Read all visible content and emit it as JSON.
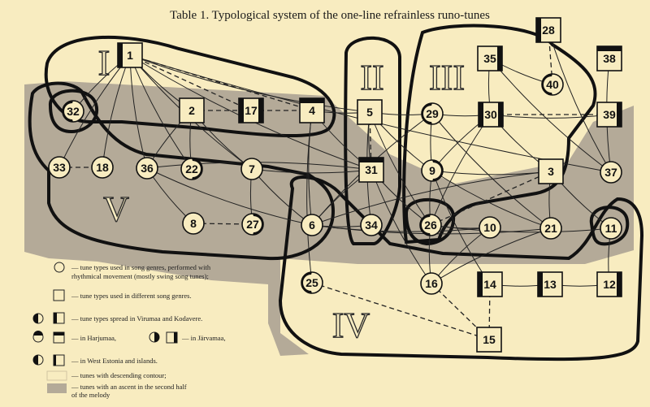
{
  "title": "Table 1. Typological system of the one-line refrainless runo-tunes",
  "groups": [
    "I",
    "II",
    "III",
    "IV",
    "V"
  ],
  "nodes": [
    {
      "id": "1",
      "shape": "square",
      "mark": "left"
    },
    {
      "id": "2",
      "shape": "square",
      "mark": "none"
    },
    {
      "id": "17",
      "shape": "square",
      "mark": "both"
    },
    {
      "id": "4",
      "shape": "square",
      "mark": "top"
    },
    {
      "id": "5",
      "shape": "square",
      "mark": "none"
    },
    {
      "id": "29",
      "shape": "circle",
      "mark": "left"
    },
    {
      "id": "30",
      "shape": "square",
      "mark": "both"
    },
    {
      "id": "35",
      "shape": "square",
      "mark": "right"
    },
    {
      "id": "28",
      "shape": "square",
      "mark": "left"
    },
    {
      "id": "40",
      "shape": "circle",
      "mark": "left"
    },
    {
      "id": "38",
      "shape": "square",
      "mark": "top"
    },
    {
      "id": "39",
      "shape": "square",
      "mark": "right"
    },
    {
      "id": "32",
      "shape": "circle",
      "mark": "left"
    },
    {
      "id": "33",
      "shape": "circle",
      "mark": "none"
    },
    {
      "id": "18",
      "shape": "circle",
      "mark": "none"
    },
    {
      "id": "36",
      "shape": "circle",
      "mark": "none"
    },
    {
      "id": "22",
      "shape": "circle",
      "mark": "right"
    },
    {
      "id": "7",
      "shape": "circle",
      "mark": "none"
    },
    {
      "id": "31",
      "shape": "square",
      "mark": "top"
    },
    {
      "id": "9",
      "shape": "circle",
      "mark": "right"
    },
    {
      "id": "3",
      "shape": "square",
      "mark": "none"
    },
    {
      "id": "37",
      "shape": "circle",
      "mark": "none"
    },
    {
      "id": "8",
      "shape": "circle",
      "mark": "none"
    },
    {
      "id": "27",
      "shape": "circle",
      "mark": "right"
    },
    {
      "id": "6",
      "shape": "circle",
      "mark": "none"
    },
    {
      "id": "34",
      "shape": "circle",
      "mark": "none"
    },
    {
      "id": "26",
      "shape": "circle",
      "mark": "left"
    },
    {
      "id": "10",
      "shape": "circle",
      "mark": "none"
    },
    {
      "id": "21",
      "shape": "circle",
      "mark": "none"
    },
    {
      "id": "11",
      "shape": "circle",
      "mark": "none"
    },
    {
      "id": "25",
      "shape": "circle",
      "mark": "left"
    },
    {
      "id": "16",
      "shape": "circle",
      "mark": "none"
    },
    {
      "id": "14",
      "shape": "square",
      "mark": "left"
    },
    {
      "id": "13",
      "shape": "square",
      "mark": "left"
    },
    {
      "id": "12",
      "shape": "square",
      "mark": "right"
    },
    {
      "id": "15",
      "shape": "square",
      "mark": "none"
    }
  ],
  "edges": [
    [
      "1",
      "32"
    ],
    [
      "1",
      "33"
    ],
    [
      "1",
      "18"
    ],
    [
      "1",
      "36"
    ],
    [
      "1",
      "22"
    ],
    [
      "1",
      "2"
    ],
    [
      "1",
      "7"
    ],
    [
      "1",
      "5"
    ],
    [
      "1",
      "31"
    ],
    [
      "1",
      "37"
    ],
    [
      "2",
      "36"
    ],
    [
      "2",
      "22"
    ],
    [
      "2",
      "7"
    ],
    [
      "4",
      "6"
    ],
    [
      "4",
      "25"
    ],
    [
      "4",
      "5"
    ],
    [
      "4",
      "31"
    ],
    [
      "5",
      "31"
    ],
    [
      "5",
      "29"
    ],
    [
      "5",
      "9"
    ],
    [
      "5",
      "34"
    ],
    [
      "5",
      "26"
    ],
    [
      "29",
      "30"
    ],
    [
      "29",
      "9"
    ],
    [
      "29",
      "21"
    ],
    [
      "29",
      "6"
    ],
    [
      "30",
      "9"
    ],
    [
      "30",
      "26"
    ],
    [
      "30",
      "3"
    ],
    [
      "30",
      "39"
    ],
    [
      "35",
      "30"
    ],
    [
      "35",
      "37"
    ],
    [
      "35",
      "40"
    ],
    [
      "28",
      "37"
    ],
    [
      "38",
      "37"
    ],
    [
      "9",
      "3"
    ],
    [
      "9",
      "26"
    ],
    [
      "9",
      "21"
    ],
    [
      "9",
      "14"
    ],
    [
      "3",
      "6"
    ],
    [
      "3",
      "21"
    ],
    [
      "3",
      "11"
    ],
    [
      "31",
      "6"
    ],
    [
      "31",
      "36"
    ],
    [
      "31",
      "26"
    ],
    [
      "31",
      "16"
    ],
    [
      "7",
      "27"
    ],
    [
      "7",
      "6"
    ],
    [
      "7",
      "31"
    ],
    [
      "6",
      "34"
    ],
    [
      "6",
      "10"
    ],
    [
      "6",
      "21"
    ],
    [
      "26",
      "10"
    ],
    [
      "26",
      "16"
    ],
    [
      "26",
      "11"
    ],
    [
      "10",
      "16"
    ],
    [
      "21",
      "16"
    ],
    [
      "11",
      "12"
    ],
    [
      "14",
      "13"
    ],
    [
      "13",
      "12"
    ],
    [
      "36",
      "8"
    ],
    [
      "36",
      "6"
    ]
  ],
  "dashed_edges": [
    [
      "1",
      "17"
    ],
    [
      "1",
      "4"
    ],
    [
      "2",
      "17"
    ],
    [
      "17",
      "4"
    ],
    [
      "5",
      "31"
    ],
    [
      "30",
      "39"
    ],
    [
      "33",
      "18"
    ],
    [
      "8",
      "27"
    ],
    [
      "28",
      "40"
    ],
    [
      "26",
      "3"
    ],
    [
      "25",
      "15"
    ],
    [
      "16",
      "15"
    ],
    [
      "14",
      "15"
    ]
  ],
  "legend": [
    {
      "symbol": "circle",
      "text": "— tune types used in song genres, performed with"
    },
    {
      "symbol": "none",
      "text": "rhythmical movement (mostly swing song tunes);"
    },
    {
      "symbol": "square",
      "text": "— tune types used in different song genres."
    },
    {
      "symbol": "circle-square-viru",
      "text": "— tune types spread in Virumaa and Kodavere."
    },
    {
      "symbol": "circle-square-harju",
      "text": "— in Harjumaa,"
    },
    {
      "symbol": "circle-square-jarva",
      "text": "— in Järvamaa,"
    },
    {
      "symbol": "circle-square-west",
      "text": "— in West Estonia and islands."
    },
    {
      "symbol": "light-box",
      "text": "— tunes with descending contour;"
    },
    {
      "symbol": "dark-box",
      "text": "— tunes with an ascent in the second half"
    },
    {
      "symbol": "none",
      "text": "of the melody"
    }
  ],
  "colors": {
    "background": "#f8ecc0",
    "shaded_area": "#b4aa98",
    "ink": "#111111"
  }
}
